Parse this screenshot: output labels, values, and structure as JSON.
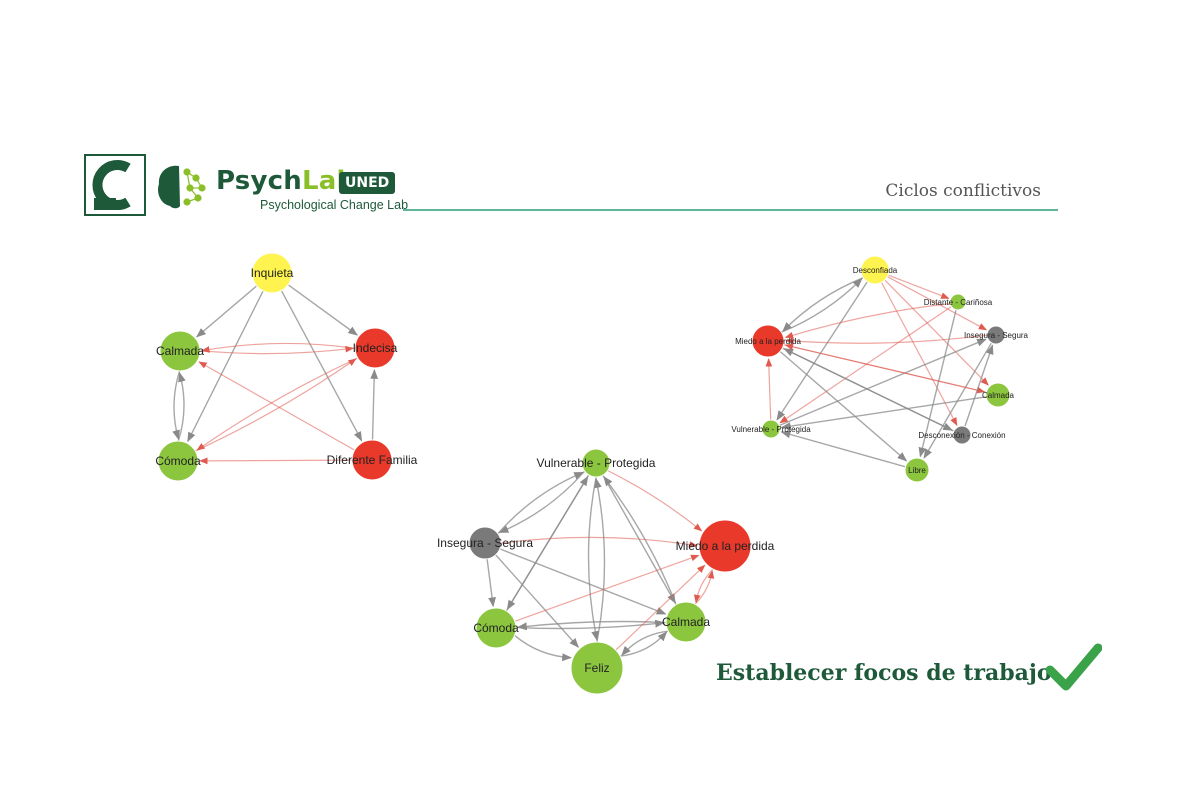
{
  "header": {
    "brand_main": "Psych",
    "brand_accent": "Lab",
    "brand_badge": "UNED",
    "brand_subtitle": "Psychological Change Lab",
    "logo_mark": "PsychLab UNED logo",
    "slide_title": "Ciclos conflictivos"
  },
  "caption": {
    "text": "Establecer focos de trabajo",
    "icon": "checkmark-icon"
  },
  "colors": {
    "green": "#8cc63f",
    "red": "#e8392b",
    "yellow": "#fff44f",
    "gray": "#7a7a7a",
    "edge_gray": "#8a8a8a",
    "edge_red": "#e05a4f",
    "brand_dark": "#1e5a3a"
  },
  "networks": [
    {
      "id": "network-1",
      "nodes": [
        {
          "label": "Inquieta",
          "color": "yellow"
        },
        {
          "label": "Calmada",
          "color": "green"
        },
        {
          "label": "Indecisa",
          "color": "red"
        },
        {
          "label": "Cómoda",
          "color": "green"
        },
        {
          "label": "Diferente Familia",
          "color": "red"
        }
      ]
    },
    {
      "id": "network-2",
      "nodes": [
        {
          "label": "Vulnerable - Protegida",
          "color": "green"
        },
        {
          "label": "Insegura - Segura",
          "color": "gray"
        },
        {
          "label": "Miedo a la perdida",
          "color": "red"
        },
        {
          "label": "Cómoda",
          "color": "green"
        },
        {
          "label": "Calmada",
          "color": "green"
        },
        {
          "label": "Feliz",
          "color": "green"
        }
      ]
    },
    {
      "id": "network-3",
      "nodes": [
        {
          "label": "Desconfiada",
          "color": "yellow"
        },
        {
          "label": "Distante - Cariñosa",
          "color": "green"
        },
        {
          "label": "Insegura - Segura",
          "color": "gray"
        },
        {
          "label": "Miedo a la perdida",
          "color": "red"
        },
        {
          "label": "Calmada",
          "color": "green"
        },
        {
          "label": "Vulnerable - Protegida",
          "color": "green"
        },
        {
          "label": "Desconexión - Conexión",
          "color": "gray"
        },
        {
          "label": "Libre",
          "color": "green"
        }
      ]
    }
  ]
}
